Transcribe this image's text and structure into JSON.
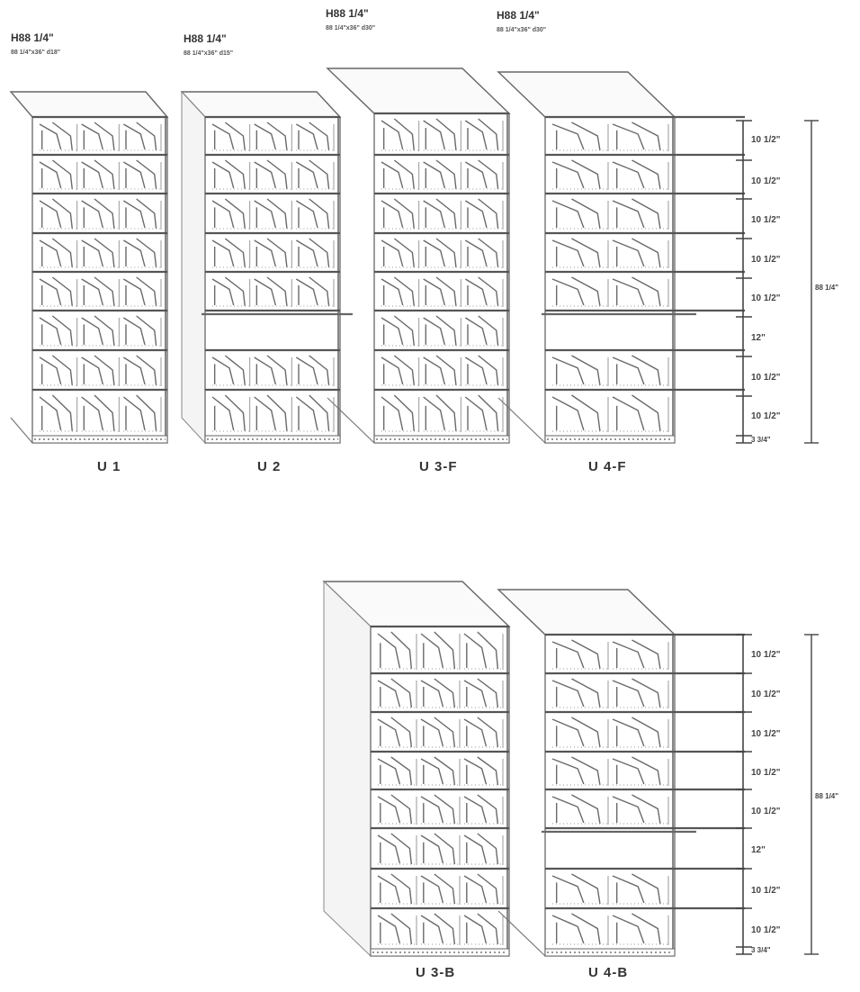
{
  "units_top": [
    {
      "id": "U1",
      "title": "H88 1/4\"",
      "subtitle": "88 1/4\"x36\" d18\"",
      "label": "U 1"
    },
    {
      "id": "U2",
      "title": "H88 1/4\"",
      "subtitle": "88 1/4\"x36\" d15\"",
      "label": "U 2"
    },
    {
      "id": "U3F",
      "title": "H88 1/4\"",
      "subtitle": "88 1/4\"x36\" d30\"",
      "label": "U 3-F"
    },
    {
      "id": "U4F",
      "title": "H88 1/4\"",
      "subtitle": "88 1/4\"x36\" d30\"",
      "label": "U 4-F"
    }
  ],
  "units_bottom": [
    {
      "id": "U3B",
      "label": "U 3-B"
    },
    {
      "id": "U4B",
      "label": "U 4-B"
    }
  ],
  "dimensions": {
    "shelf_spacing": [
      "10 1/2\"",
      "10 1/2\"",
      "10 1/2\"",
      "10 1/2\"",
      "10 1/2\"",
      "12\"",
      "10 1/2\"",
      "10 1/2\""
    ],
    "base": "3 3/4\"",
    "overall_height": "88 1/4\""
  }
}
